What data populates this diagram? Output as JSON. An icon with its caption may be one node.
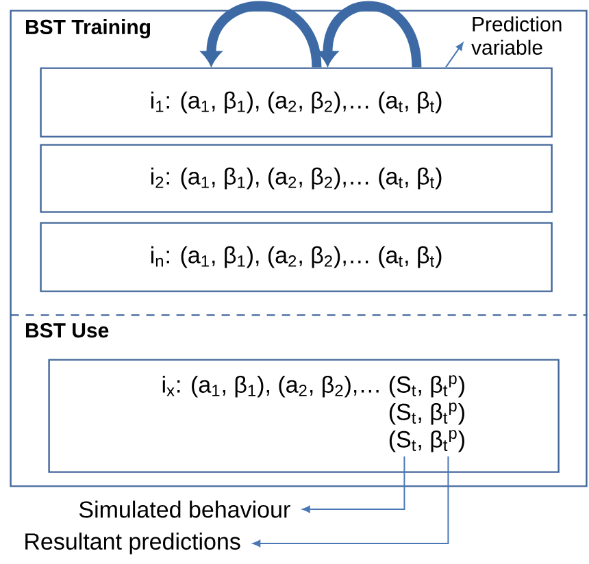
{
  "diagram": {
    "nodes": [
      {
        "text": [
          "BST Training"
        ]
      },
      {
        "text": [
          "i$_{1}$: (a$_{1}$, β$_{1}$), (a$_{2}$, β$_{2}$),… (a$_{t}$, β$_{t}$)"
        ],
        "in": 0
      },
      {
        "text": [
          "i$_{2}$: (a$_{1}$, β$_{1}$), (a$_{2}$, β$_{2}$),… (a$_{t}$, β$_{t}$)"
        ],
        "in": 0
      },
      {
        "text": [
          "i$_{n}$: (a$_{1}$, β$_{1}$), (a$_{2}$, β$_{2}$),… (a$_{t}$, β$_{t}$)"
        ],
        "in": 0
      },
      {
        "text": [
          "BST Use"
        ]
      },
      {
        "text": [
          "i$_{x}$: (a$_{1}$, β$_{1}$), (a$_{2}$, β$_{2}$),… (S$_{t}$, β$_{t}$$^{p}$)",
          "(S$_{t}$, β$_{t}$$^{p}$)",
          "(S$_{t}$, β$_{t}$$^{p}$)"
        ],
        "in": 4
      },
      {
        "text": [
          "Prediction variable"
        ],
        "in": 0
      },
      {
        "text": [
          "Simulated behaviour"
        ]
      },
      {
        "text": [
          "Resultant predictions"
        ]
      }
    ],
    "edges": [
      {
        "from": 1,
        "to": 1,
        "arrow": "to",
        "style": "thick"
      },
      {
        "from": 1,
        "to": 1,
        "arrow": "to",
        "style": "thick"
      },
      {
        "from": 1,
        "to": 6,
        "arrow": "to"
      },
      {
        "from": 5,
        "to": 7,
        "arrow": "to"
      },
      {
        "from": 5,
        "to": 8,
        "arrow": "to"
      }
    ]
  }
}
